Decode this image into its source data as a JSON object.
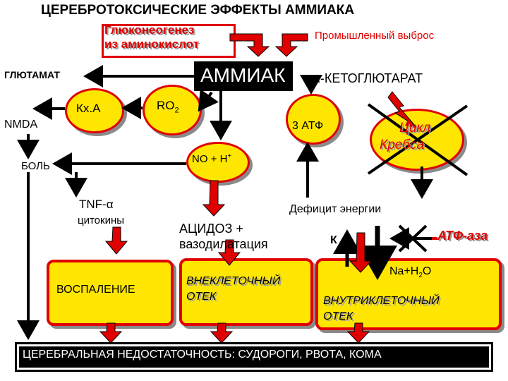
{
  "title": "ЦЕРЕБРОТОКСИЧЕСКИЕ ЭФФЕКТЫ АММИАКА",
  "sources": {
    "gluconeogenesis_line1": "Глюконеогенез",
    "gluconeogenesis_line2": "из аминокислот",
    "industrial": "Промышленный выброс"
  },
  "ammonia": "АММИАК",
  "ketoglutarate": "+ α-КЕТОГЛЮТАРАТ",
  "glutamate": "ГЛЮТАМАТ",
  "nmda": "NMDA",
  "pain": "БОЛЬ",
  "kxa": "Кх.А",
  "ro2": {
    "base": "RO",
    "sub": "2"
  },
  "atp3": "3 АТФ",
  "krebs_line1": "Цикл",
  "krebs_line2": "Кребса",
  "no_h": {
    "base": "NO + H",
    "sup": "+"
  },
  "tnf": "TNF-α",
  "cytokines": "цитокины",
  "inflammation": "ВОСПАЛЕНИЕ",
  "acidosis_line1": "АЦИДОЗ +",
  "acidosis_line2": "вазодилатация",
  "energy_deficit": "Дефицит энергии",
  "k_ion": "К",
  "atpase": "АТФ-аза",
  "na_h2o": {
    "a": "Na+H",
    "sub": "2",
    "b": "O"
  },
  "extracellular_line1": "ВНЕКЛЕТОЧНЫЙ",
  "extracellular_line2": "ОТЕК",
  "intracellular_line1": "ВНУТРИКЛЕТОЧНЫЙ",
  "intracellular_line2": "ОТЕК",
  "bottom": "ЦЕРЕБРАЛЬНАЯ НЕДОСТАТОЧНОСТЬ: СУДОРОГИ, РВОТА, КОМА",
  "colors": {
    "red": "#e00000",
    "yellow": "#ffe600",
    "black": "#000000",
    "shadow": "#8a8a8a"
  }
}
